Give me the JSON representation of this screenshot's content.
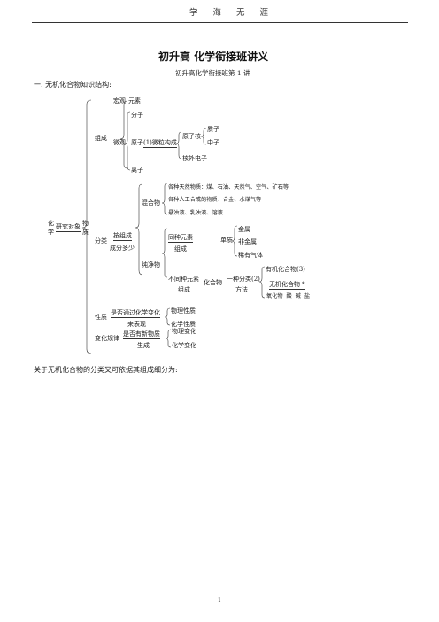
{
  "header": {
    "text": "学 海 无 涯"
  },
  "title": "初升高 化学衔接班讲义",
  "subtitle": "初升高化学衔接班第 1 讲",
  "section_heading": "一. 无机化合物知识结构:",
  "tree": {
    "root_left": "化",
    "root_left2": "学",
    "root_label": "研究对象",
    "root_right": "物",
    "root_right2": "质",
    "composition": {
      "label": "组成",
      "macro": "宏观",
      "element": "元素",
      "micro": "微观",
      "molecule": "分子",
      "atom": "原子",
      "particle_blank": "(1)",
      "particle_text": "微粒构成",
      "nucleus": "原子核",
      "proton": "质子",
      "neutron": "中子",
      "electron": "核外电子",
      "ion": "离子"
    },
    "classification": {
      "label": "分类",
      "by_line1": "按组成",
      "by_line2": "成分多少",
      "mixture": "混合物",
      "mixture_items": [
        "各种天然物质：煤、石油、天然气、空气、矿石等",
        "各种人工合成的物质：合金、水煤气等",
        "悬浊液、乳浊液、溶液"
      ],
      "pure": "纯净物",
      "same_element_1": "同种元素",
      "same_element_2": "组成",
      "simple": "单质",
      "simple_items": [
        "金属",
        "非金属",
        "稀有气体"
      ],
      "diff_element_1": "不同种元素",
      "diff_element_2": "组成",
      "compound": "化合物",
      "method_1": "一种分类(2)",
      "method_2": "方法",
      "organic": "有机化合物(3)",
      "inorganic": "无机化合物",
      "inorganic_mark": "*",
      "inorganic_items": "氧化物 酸 碱 盐"
    },
    "properties": {
      "label": "性质",
      "cond_1": "是否通过化学变化",
      "cond_2": "来表现",
      "items": [
        "物理性质",
        "化学性质"
      ]
    },
    "changes": {
      "label": "变化规律",
      "cond_1": "是否有新物质",
      "cond_2": "生成",
      "items": [
        "物理变化",
        "化学变化"
      ]
    }
  },
  "closing_text": "关于无机化合物的分类又可依据其组成细分为:",
  "page_number": "1"
}
